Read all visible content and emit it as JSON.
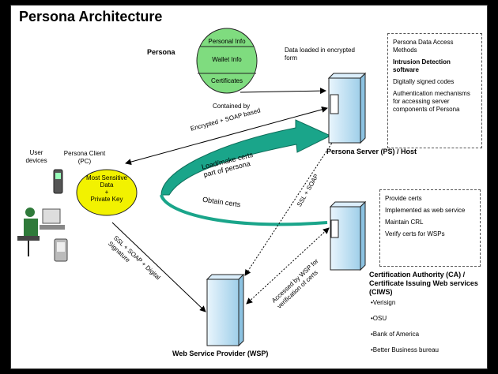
{
  "title": "Persona Architecture",
  "persona": {
    "label": "Persona",
    "sections": [
      "Personal Info",
      "Wallet Info",
      "Certificates"
    ],
    "contained_by": "Contained by"
  },
  "data_loaded": "Data loaded in encrypted form",
  "ps_features": [
    {
      "text": "Persona Data Access Methods",
      "bold": false
    },
    {
      "text": "Intrusion Detection software",
      "bold": true
    },
    {
      "text": "Digitally signed codes",
      "bold": false
    },
    {
      "text": "Authentication mechanisms for accessing server components of Persona",
      "bold": false
    }
  ],
  "ps_label": "Persona Server (PS) / Host",
  "user_devices": "User devices",
  "persona_client": "Persona Client (PC)",
  "client_ellipse": {
    "line1": "Most Sensitive Data",
    "line2": "+",
    "line3": "Private Key"
  },
  "arrows": {
    "encrypted_soap": "Encrypted + SOAP based",
    "load_make": "Load/make certs part of persona",
    "obtain": "Obtain certs",
    "ssl_soap": "SSL + SOAP",
    "ssl_soap_sig": "SSL + SOAP + Digital Signature",
    "accessed": "Accessed by WSP for verification of certs"
  },
  "ca_features": [
    "Provide certs",
    "Implemented as web service",
    "Maintain CRL",
    "Verify certs for WSPs"
  ],
  "ca_label": "Certification Authority (CA) / Certificate Issuing Web services (CIWS)",
  "ca_list": [
    "•Verisign",
    "•OSU",
    "•Bank of America",
    "•Better Business bureau"
  ],
  "wsp_label": "Web Service Provider (WSP)",
  "colors": {
    "persona_green": "#7fdc7f",
    "client_yellow": "#f2f200",
    "arrow_teal": "#1aa58a",
    "server_blue": "#cde7f6"
  }
}
